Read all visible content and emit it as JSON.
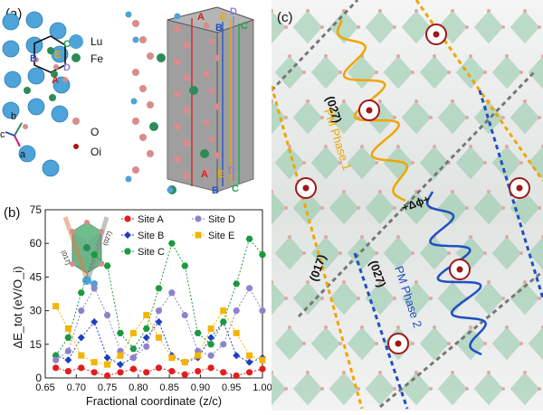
{
  "panel_a": {
    "label": "(a)",
    "legend": [
      {
        "symbol": "Lu",
        "color": "#4ea3d8"
      },
      {
        "symbol": "Fe",
        "color": "#2e8b57"
      },
      {
        "symbol": "O",
        "color": "#d98c8c"
      },
      {
        "symbol": "Oi",
        "color": "#b01010"
      }
    ],
    "axes": [
      "a",
      "b",
      "c"
    ],
    "sites": [
      {
        "name": "A",
        "color": "#d32020"
      },
      {
        "name": "B",
        "color": "#1f4fc4"
      },
      {
        "name": "C",
        "color": "#1aa84a"
      },
      {
        "name": "D",
        "color": "#8a7fd6"
      },
      {
        "name": "E",
        "color": "#f0a800"
      }
    ]
  },
  "panel_b": {
    "label": "(b)"
  },
  "panel_c": {
    "label": "(c)",
    "phase1": "PM Phase 1",
    "phase2": "PM Phase 2",
    "planes": [
      "(027)",
      "(017)",
      "(027)"
    ],
    "delta": "+Δϕ+"
  },
  "chart_data": {
    "type": "line",
    "xlabel": "Fractional coordinate (z/c)",
    "ylabel": "ΔE_tot (eV/O_i)",
    "xlim": [
      0.65,
      1.0
    ],
    "ylim": [
      0,
      75
    ],
    "xticks": [
      "0.65",
      "0.70",
      "0.75",
      "0.80",
      "0.85",
      "0.90",
      "0.95",
      "1.00"
    ],
    "yticks": [
      "0",
      "15",
      "30",
      "45",
      "60",
      "75"
    ],
    "x": [
      0.667,
      0.687,
      0.708,
      0.729,
      0.75,
      0.771,
      0.792,
      0.813,
      0.833,
      0.854,
      0.875,
      0.896,
      0.917,
      0.937,
      0.958,
      0.979,
      1.0
    ],
    "legend_position": "top-right",
    "inset_labels": [
      "(017)",
      "(027)"
    ],
    "series": [
      {
        "name": "Site A",
        "color": "#e21d1d",
        "marker": "circle",
        "values": [
          4.5,
          3,
          4.5,
          2.5,
          1,
          2.5,
          4,
          2.5,
          4.5,
          3,
          1.5,
          3,
          4.5,
          2.5,
          1,
          2.5,
          4
        ]
      },
      {
        "name": "Site B",
        "color": "#1f3fbf",
        "marker": "diamond",
        "values": [
          10,
          8,
          18,
          25,
          9,
          6,
          9,
          18,
          25,
          10,
          7,
          9,
          18,
          25,
          10,
          7,
          9
        ]
      },
      {
        "name": "Site C",
        "color": "#1b9a3e",
        "marker": "hexagon",
        "values": [
          10,
          18,
          38,
          55,
          50,
          20,
          13,
          22,
          40,
          60,
          50,
          20,
          15,
          25,
          42,
          62,
          55
        ]
      },
      {
        "name": "Site D",
        "color": "#8e83c9",
        "marker": "circle",
        "values": [
          8,
          12,
          30,
          40,
          28,
          12,
          9,
          14,
          30,
          38,
          28,
          12,
          10,
          15,
          30,
          40,
          30
        ]
      },
      {
        "name": "Site E",
        "color": "#f4b400",
        "marker": "square",
        "values": [
          32,
          22,
          10,
          7,
          6,
          10,
          20,
          28,
          18,
          9,
          7,
          10,
          22,
          30,
          20,
          10,
          8
        ]
      }
    ]
  }
}
